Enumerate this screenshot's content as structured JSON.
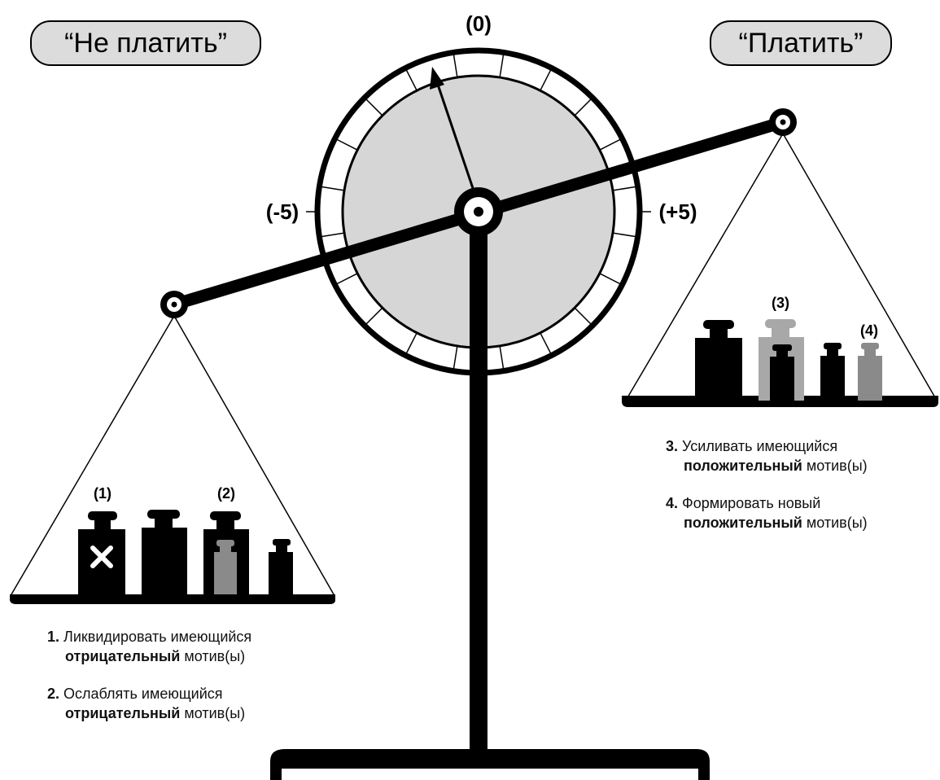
{
  "labels": {
    "left_pan": "“Не платить”",
    "right_pan": "“Платить”"
  },
  "dial": {
    "zero": "(0)",
    "minus": "(-5)",
    "plus": "(+5)"
  },
  "weights": {
    "w1": "(1)",
    "w2": "(2)",
    "w3": "(3)",
    "w4": "(4)"
  },
  "left_notes": [
    {
      "num": "1.",
      "line1": "Ликвидировать имеющийся",
      "bold": "отрицательный",
      "rest": "мотив(ы)"
    },
    {
      "num": "2.",
      "line1": "Ослаблять имеющийся",
      "bold": "отрицательный",
      "rest": "мотив(ы)"
    }
  ],
  "right_notes": [
    {
      "num": "3.",
      "line1": "Усиливать имеющийся",
      "bold": "положительный",
      "rest": "мотив(ы)"
    },
    {
      "num": "4.",
      "line1": "Формировать новый",
      "bold": "положительный",
      "rest": "мотив(ы)"
    }
  ],
  "colors": {
    "ink": "#000000",
    "dial_face": "#d6d6d6",
    "label_box": "#dcdcdc",
    "gray_weight": "#8a8a8a",
    "light_weight": "#a8a8a8"
  }
}
